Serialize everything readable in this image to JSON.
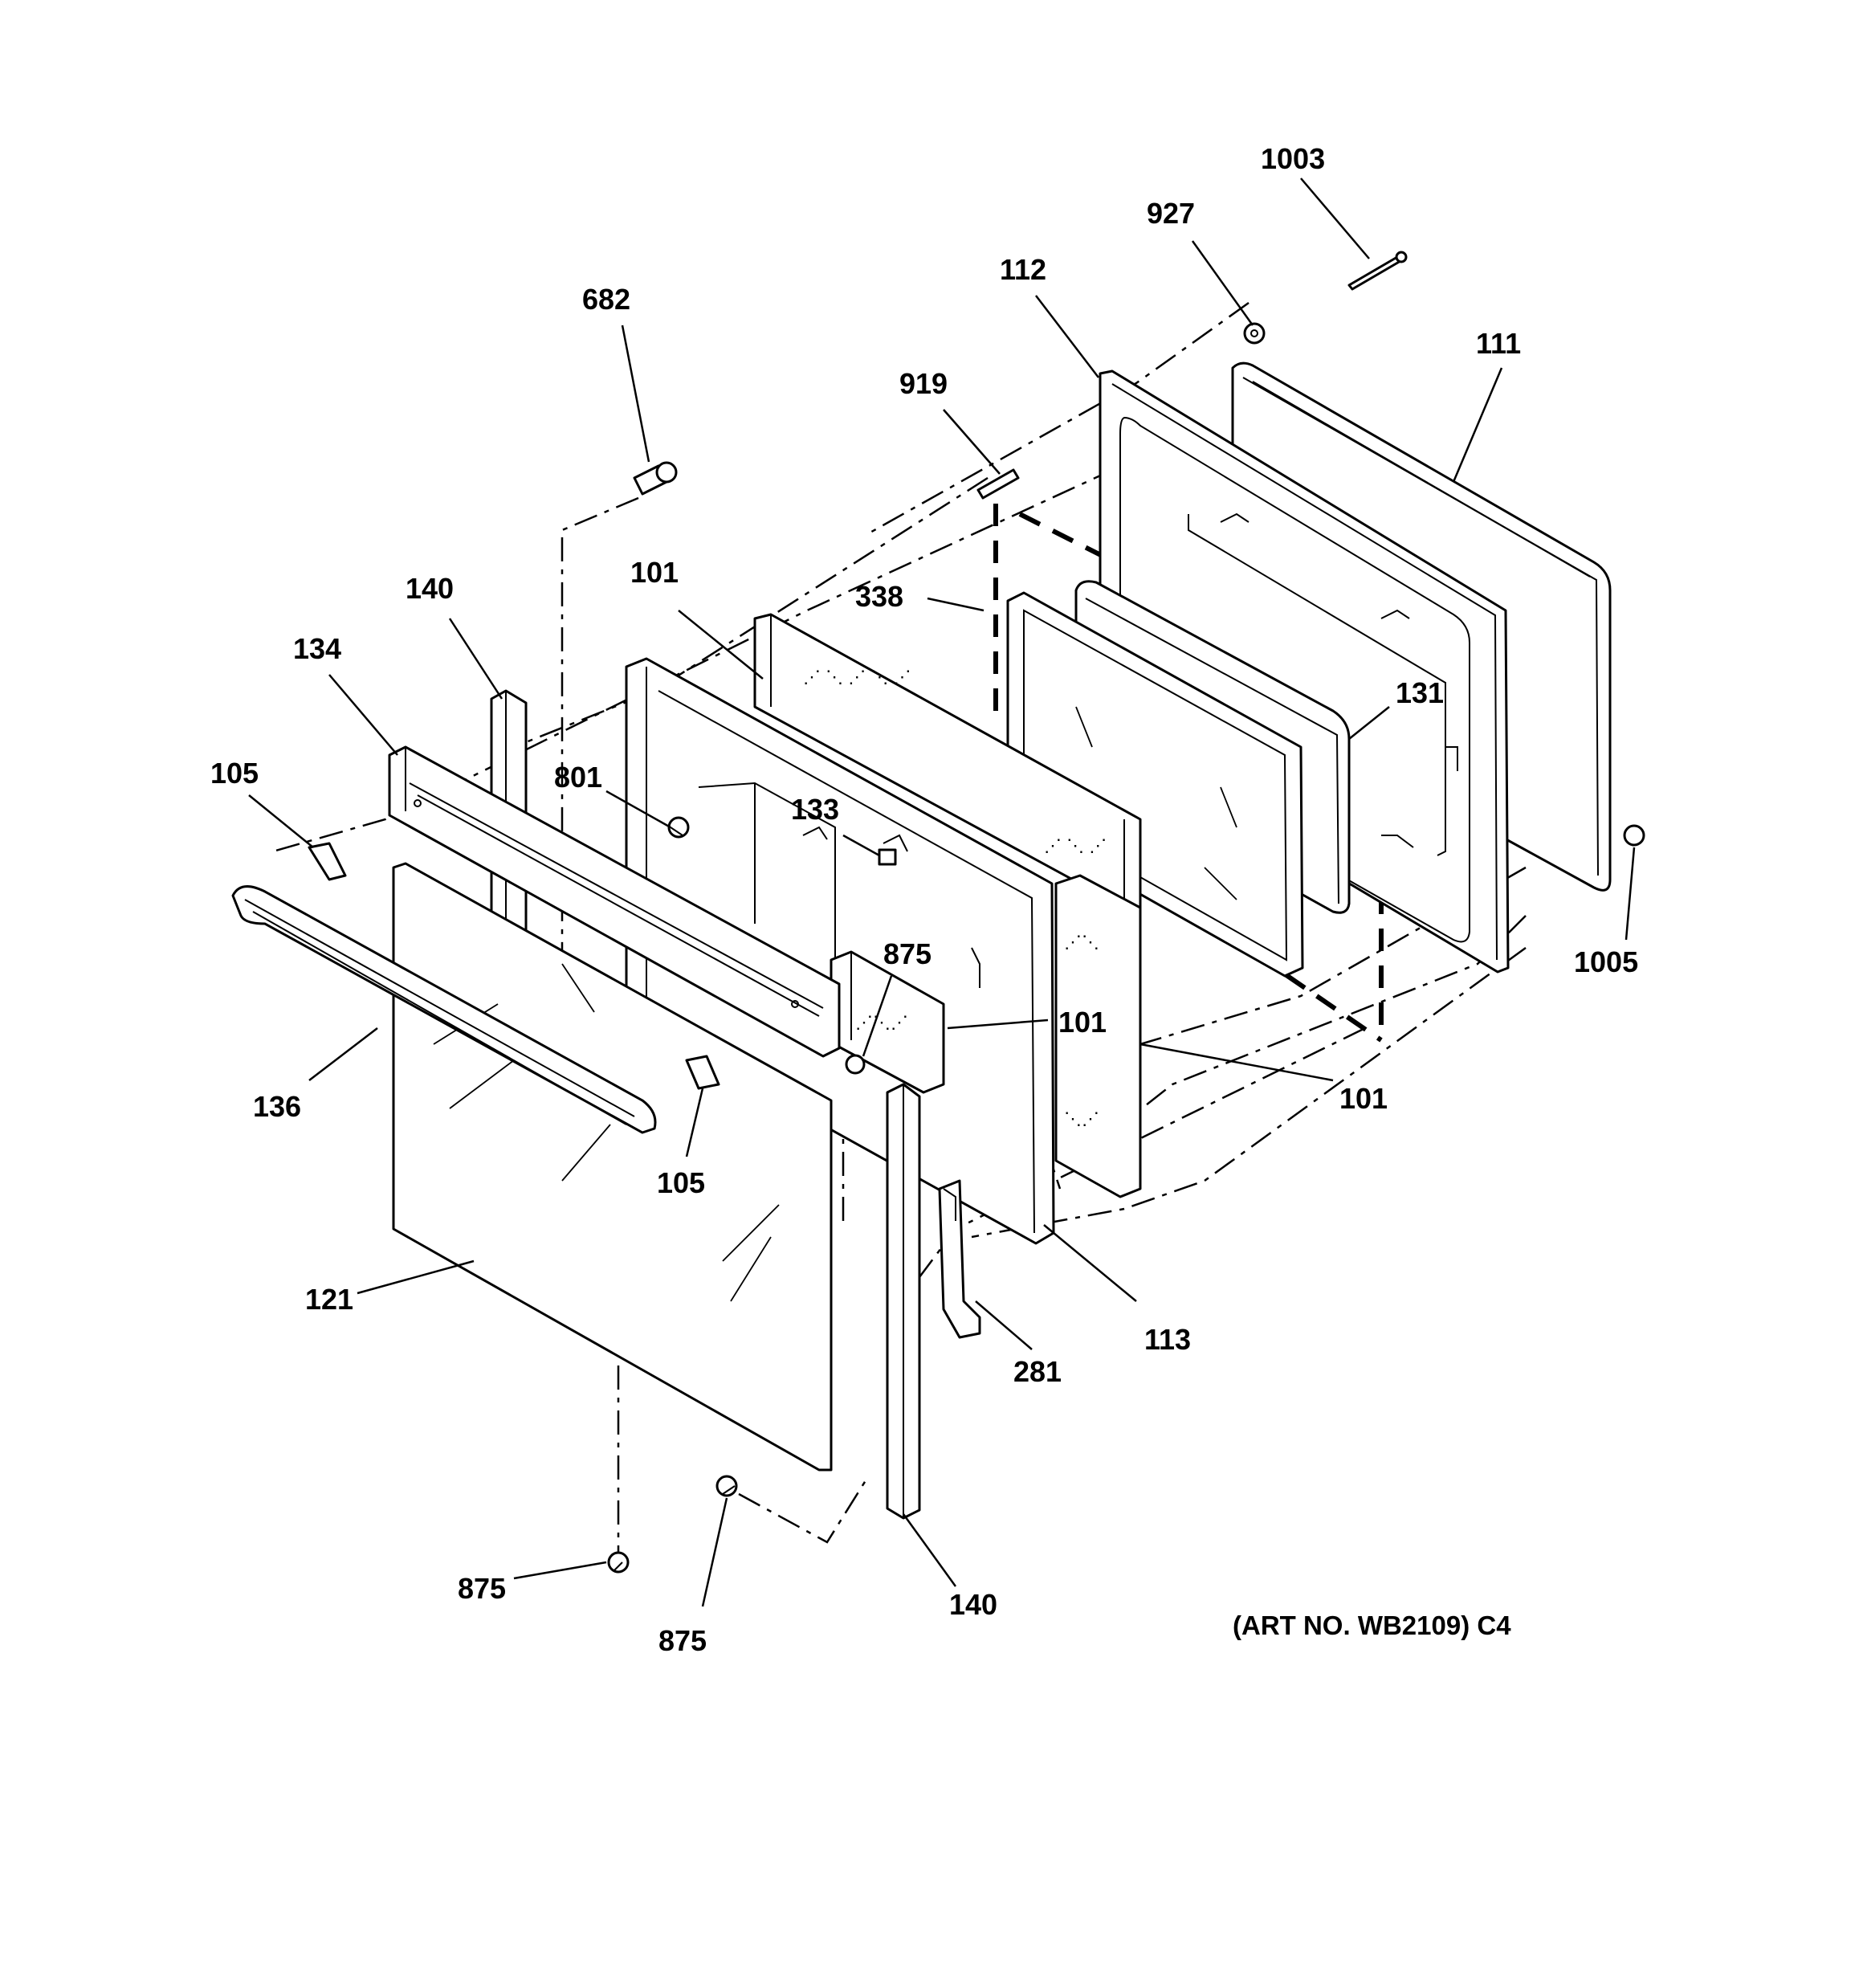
{
  "callouts": {
    "c1003": "1003",
    "c927": "927",
    "c112": "112",
    "c111": "111",
    "c919": "919",
    "c682": "682",
    "c338": "338",
    "c101_top": "101",
    "c140_top": "140",
    "c134": "134",
    "c131": "131",
    "c105_left": "105",
    "c801": "801",
    "c133": "133",
    "c875_mid": "875",
    "c1005": "1005",
    "c101_right": "101",
    "c101_lower": "101",
    "c136": "136",
    "c105_bottom": "105",
    "c121": "121",
    "c113": "113",
    "c281": "281",
    "c875_left": "875",
    "c875_bottom": "875",
    "c140_bottom": "140"
  },
  "art_number": "(ART NO. WB2109) C4"
}
